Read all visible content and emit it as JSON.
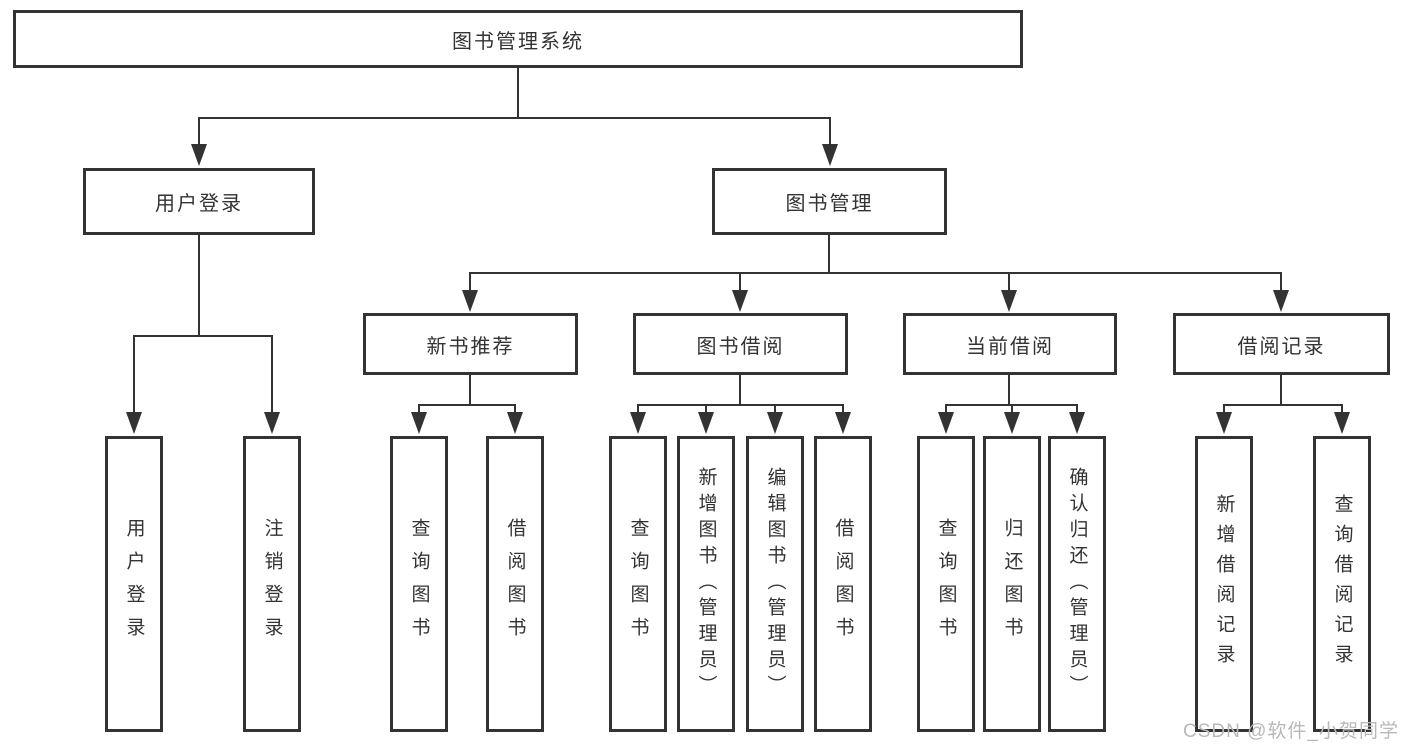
{
  "diagram": {
    "colors": {
      "line": "#333333",
      "box_border": "#333333",
      "box_fill": "#ffffff",
      "text": "#333333",
      "watermark": "#b9b9b9",
      "background": "#ffffff"
    },
    "root": {
      "label": "图书管理系统"
    },
    "level2": [
      {
        "label": "用户登录"
      },
      {
        "label": "图书管理"
      }
    ],
    "level3": [
      {
        "label": "新书推荐"
      },
      {
        "label": "图书借阅"
      },
      {
        "label": "当前借阅"
      },
      {
        "label": "借阅记录"
      }
    ],
    "leaves": {
      "user_login": [
        "用户登录",
        "注销登录"
      ],
      "new_book_recommend": [
        "查询图书",
        "借阅图书"
      ],
      "book_borrow": [
        "查询图书",
        "新增图书（管理员）",
        "编辑图书（管理员）",
        "借阅图书"
      ],
      "current_borrow": [
        "查询图书",
        "归还图书",
        "确认归还（管理员）"
      ],
      "borrow_records": [
        "新增借阅记录",
        "查询借阅记录"
      ]
    },
    "watermark": "CSDN @软件_小贺同学"
  }
}
